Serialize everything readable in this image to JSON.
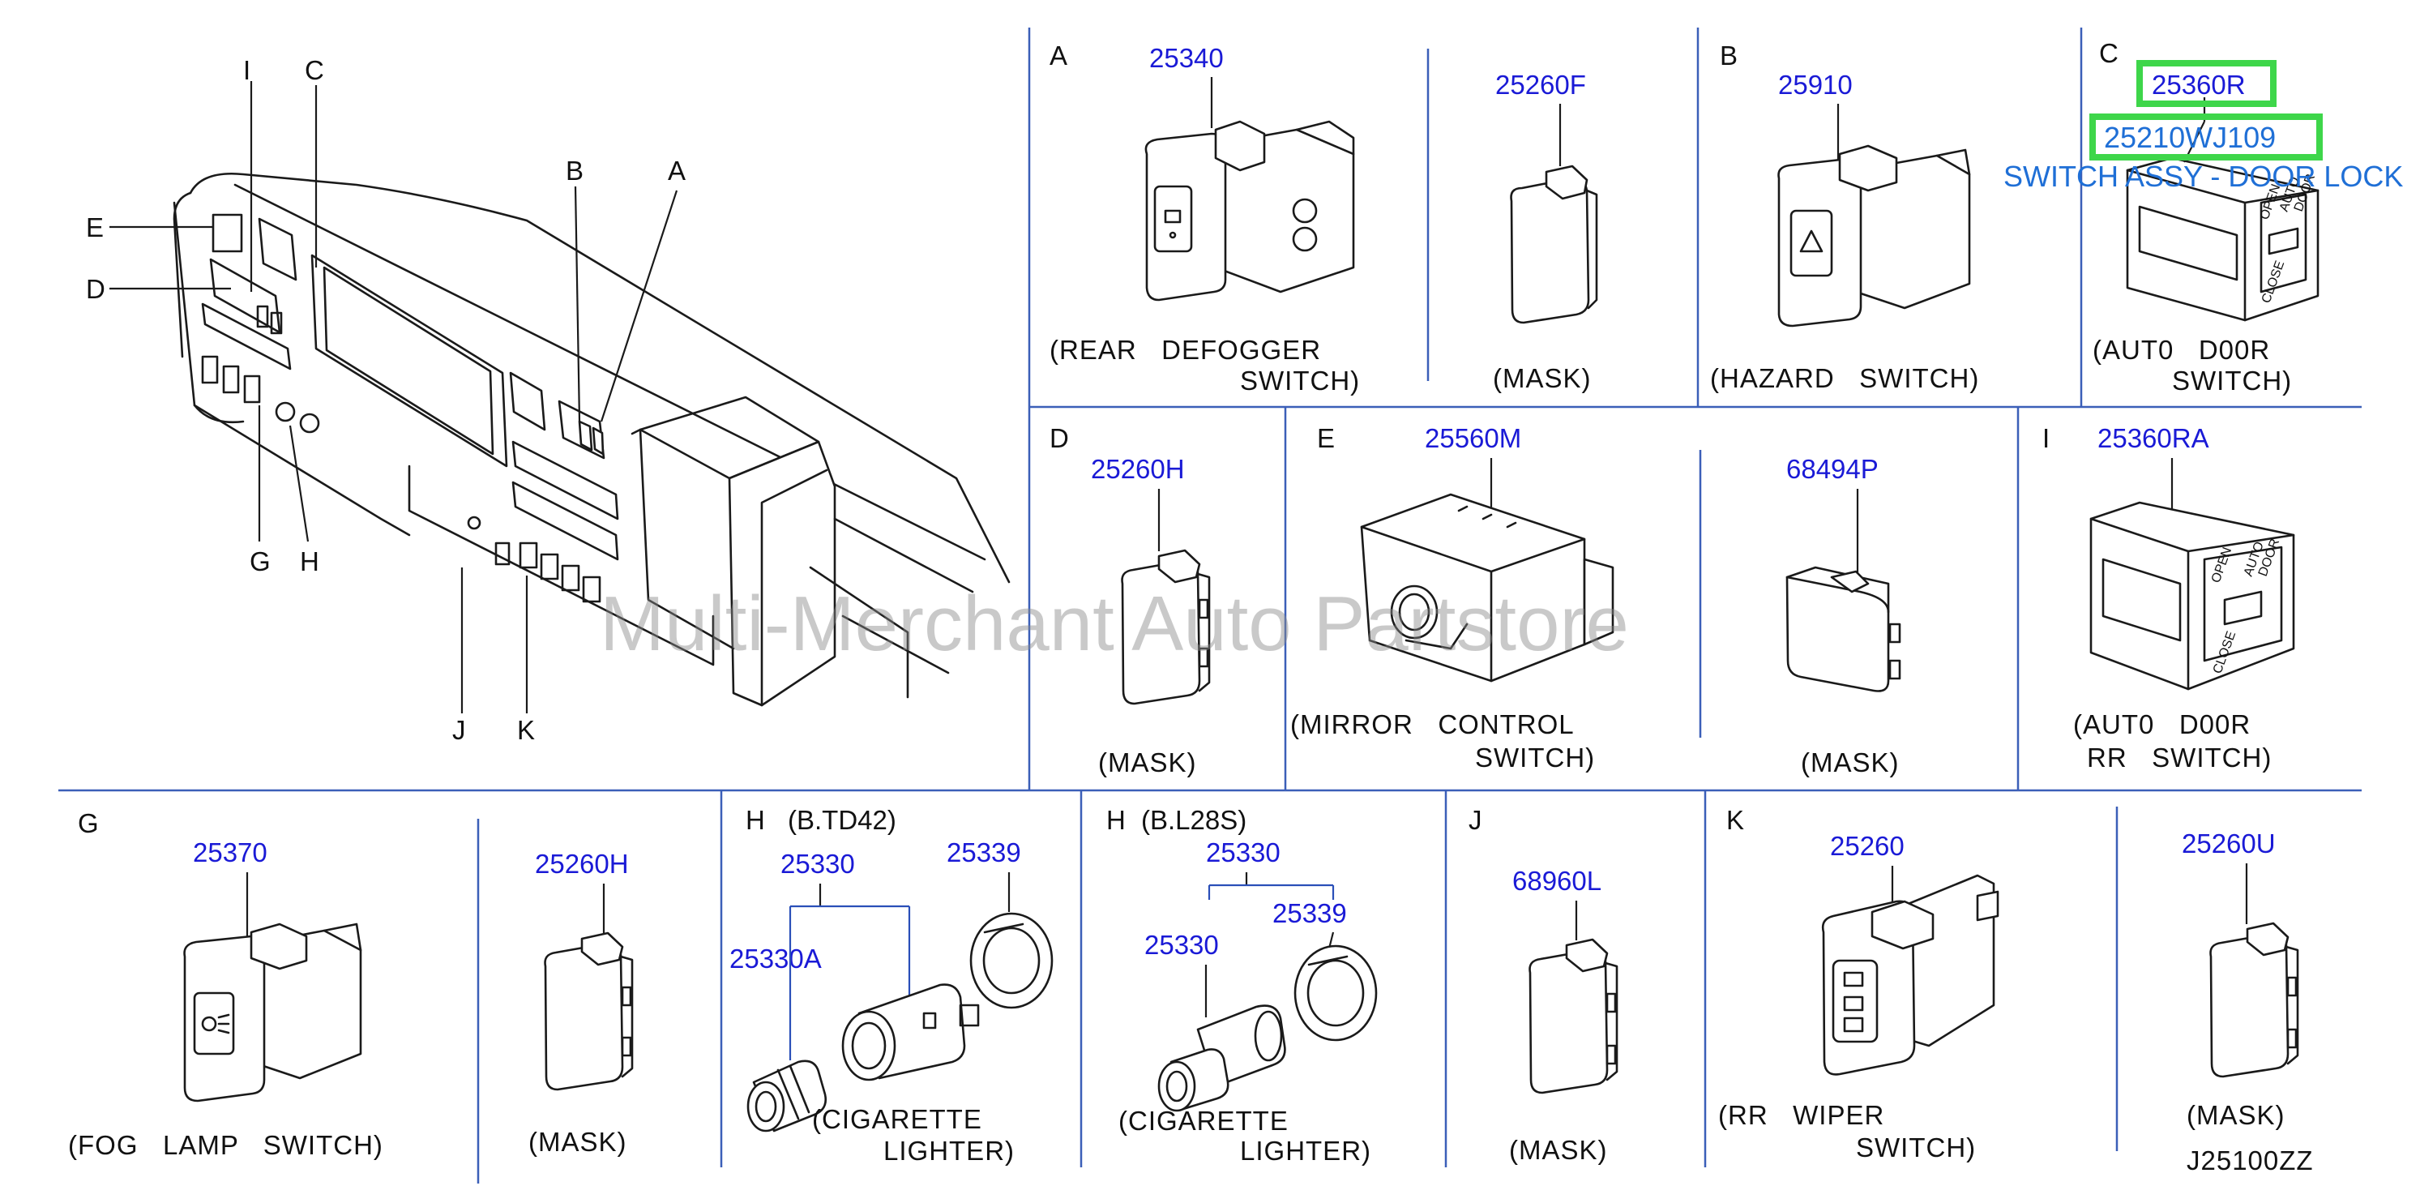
{
  "colors": {
    "part_number": "#1a1ad6",
    "grid": "#3b5fb8",
    "highlight": "#3ed64a",
    "highlight_text": "#1f6fd6",
    "watermark": "#8a8a8a"
  },
  "watermark": "Multi-Merchant Auto Partstore",
  "diagram_code": "J25100ZZ",
  "overview_labels": {
    "I": "I",
    "C": "C",
    "E": "E",
    "D": "D",
    "B": "B",
    "A": "A",
    "G": "G",
    "H": "H",
    "J": "J",
    "K": "K"
  },
  "sections": {
    "A": {
      "letter": "A",
      "part": "25340",
      "caption_1": "(REAR   DEFOGGER",
      "caption_2": "SWITCH)",
      "mask_part": "25260F",
      "mask_caption": "(MASK)"
    },
    "B": {
      "letter": "B",
      "part": "25910",
      "caption": "(HAZARD   SWITCH)"
    },
    "C": {
      "letter": "C",
      "part": "25360R",
      "highlight_part": "25210WJ109",
      "highlight_desc": "SWITCH ASSY - DOOR LOCK",
      "caption_1": "(AUT0   D00R",
      "caption_2": "SWITCH)",
      "switch_open": "OPEN",
      "switch_auto": "AUTO",
      "switch_door": "DOOR",
      "switch_close": "CLOSE"
    },
    "D": {
      "letter": "D",
      "part": "25260H",
      "caption": "(MASK)"
    },
    "E": {
      "letter": "E",
      "part": "25560M",
      "caption_1": "(MIRROR   CONTROL",
      "caption_2": "SWITCH)",
      "mask_part": "68494P",
      "mask_caption": "(MASK)"
    },
    "I": {
      "letter": "I",
      "part": "25360RA",
      "caption_1": "(AUT0   D00R",
      "caption_2": "RR   SWITCH)",
      "switch_open": "OPEN",
      "switch_auto": "AUTO",
      "switch_door": "DOOR",
      "switch_close": "CLOSE"
    },
    "G": {
      "letter": "G",
      "part": "25370",
      "caption": "(FOG   LAMP   SWITCH)",
      "mask_part": "25260H",
      "mask_caption": "(MASK)"
    },
    "H1": {
      "letter": "H",
      "variant": "(B.TD42)",
      "part_top": "25330",
      "part_lighter": "25339",
      "part_knob": "25330A",
      "caption_1": "(CIGARETTE",
      "caption_2": "LIGHTER)"
    },
    "H2": {
      "letter": "H",
      "variant": "(B.L28S)",
      "part_top": "25330",
      "part_sub": "25330",
      "part_lighter": "25339",
      "caption_1": "(CIGARETTE",
      "caption_2": "LIGHTER)"
    },
    "J": {
      "letter": "J",
      "part": "68960L",
      "caption": "(MASK)"
    },
    "K": {
      "letter": "K",
      "part": "25260",
      "caption_1": "(RR   WIPER",
      "caption_2": "SWITCH)",
      "mask_part": "25260U",
      "mask_caption": "(MASK)"
    }
  }
}
